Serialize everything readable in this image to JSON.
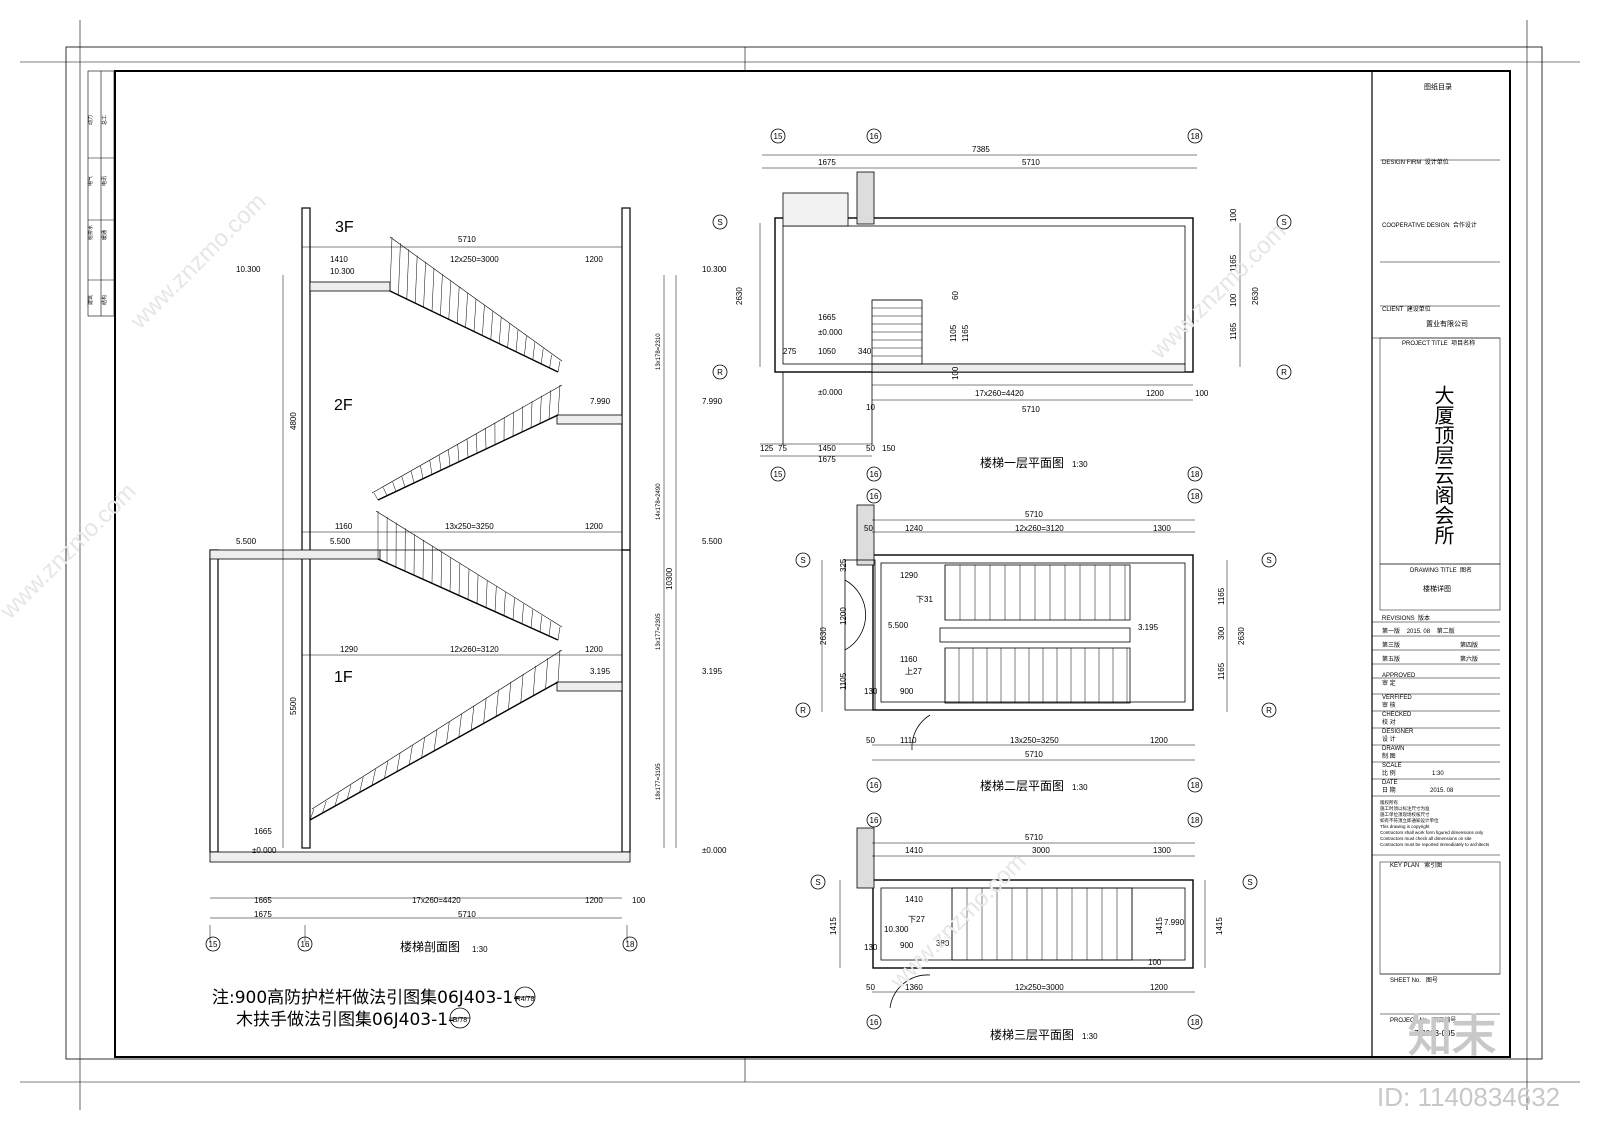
{
  "section": {
    "title": "楼梯剖面图",
    "scale": "1:30",
    "floors": [
      "3F",
      "2F",
      "1F"
    ],
    "elevations": [
      "10.300",
      "7.990",
      "5.500",
      "3.195",
      "±0.000"
    ],
    "dims": {
      "span_total": "5710",
      "bottom_a": "1665",
      "bottom_b": "17x260=4420",
      "bottom_c": "1200",
      "bottom_d": "100",
      "bottom_e": "1675",
      "top_a": "1410",
      "top_b": "12x250=3000",
      "top_c": "1200",
      "mid_a": "1160",
      "mid_b": "13x250=3250",
      "mid_c": "1200",
      "low_a": "1290",
      "low_b": "12x260=3120",
      "low_c": "1200",
      "h_upper": "4800",
      "h_lower": "5500",
      "v1": "13x178=2310",
      "v2": "14x178=2490",
      "v3": "13x177=2305",
      "v4": "18x177=3195",
      "v_total": "10300"
    },
    "axes": [
      "15",
      "16",
      "18"
    ]
  },
  "plan1": {
    "title": "楼梯一层平面图",
    "scale": "1:30",
    "dims": {
      "total": "7385",
      "a": "1675",
      "b": "5710",
      "c": "1665",
      "d": "1050",
      "e": "340",
      "f": "275",
      "g": "17x260=4420",
      "h": "1200",
      "i": "100",
      "j": "5710",
      "k": "1450",
      "l": "1675",
      "m": "125",
      "n": "75",
      "o": "50",
      "p": "150",
      "q": "2630",
      "r": "1165",
      "s": "1105",
      "t": "100",
      "u": "60",
      "v": "10"
    },
    "levels": [
      "±0.000",
      "±0.000"
    ],
    "axes": [
      "15",
      "16",
      "18"
    ],
    "rows": [
      "S",
      "R"
    ]
  },
  "plan2": {
    "title": "楼梯二层平面图",
    "scale": "1:30",
    "dims": {
      "top": "5710",
      "a": "1240",
      "b": "12x260=3120",
      "c": "1300",
      "d": "50",
      "e": "1290",
      "f": "1160",
      "g": "900",
      "h": "130",
      "i": "1110",
      "j": "13x250=3250",
      "k": "1200",
      "l": "5710",
      "m": "2630",
      "n": "1165",
      "o": "300",
      "p": "1105",
      "q": "325",
      "r": "1200"
    },
    "levels": [
      "5.500",
      "3.195"
    ],
    "steps": [
      "下31",
      "上27"
    ],
    "axes": [
      "16",
      "18"
    ],
    "rows": [
      "S",
      "R"
    ]
  },
  "plan3": {
    "title": "楼梯三层平面图",
    "scale": "1:30",
    "dims": {
      "top": "5710",
      "a": "1410",
      "b": "3000",
      "c": "1300",
      "d": "1410",
      "e": "900",
      "f": "380",
      "g": "1360",
      "h": "12x250=3000",
      "i": "1200",
      "j": "1415",
      "k": "130",
      "l": "50",
      "m": "100"
    },
    "levels": [
      "10.300",
      "7.990"
    ],
    "steps": [
      "下27"
    ],
    "axes": [
      "16",
      "18"
    ],
    "rows": [
      "S"
    ]
  },
  "notes": {
    "line1": "注:900高防护栏杆做法引图集06J403-1-",
    "line1_ref": "R4/78",
    "line2": "木扶手做法引图集06J403-1-",
    "line2_ref": "B/78"
  },
  "title_block": {
    "header": "图纸目录",
    "design_firm": "DESIGN FIRM",
    "design_firm_cn": "设计单位",
    "coop": "COOPERATIVE DESIGN",
    "coop_cn": "合作设计",
    "client": "CLIENT",
    "client_cn": "建设单位",
    "client_name": "置业有限公司",
    "project_title": "PROJECT TITLE",
    "project_title_cn": "项目名称",
    "project_name": "大厦顶层云阁会所",
    "drawing_title": "DRAWING TITLE",
    "drawing_title_cn": "图名",
    "drawing_name": "楼梯详图",
    "revisions": "REVISIONS",
    "revisions_cn": "版本",
    "rev1": "第一版",
    "rev1_date": "2015. 08",
    "rev2": "第二版",
    "rev3": "第三版",
    "rev4": "第四版",
    "rev5": "第五版",
    "rev6": "第六版",
    "approved": "APPROVED",
    "approved_cn": "审 定",
    "verified": "VERFIFED",
    "verified_cn": "审 核",
    "checked": "CHECKED",
    "checked_cn": "校 对",
    "designer": "DESIGNER",
    "designer_cn": "设 计",
    "drawn": "DRAWN",
    "drawn_cn": "制 图",
    "scale": "SCALE",
    "scale_cn": "比 例",
    "scale_val": "1:30",
    "date": "DATE",
    "date_cn": "日 期",
    "date_val": "2015. 08",
    "note1": "版权所有",
    "note2": "施工时须以标注尺寸为准",
    "note3": "施工单位须现场校核尺寸",
    "note4": "如有不符须立即通知设计单位",
    "note5": "This drawing is copyright",
    "note6": "Contractors shall work form figured dimensions only",
    "note7": "Contractors must check all dimensions on site",
    "note8": "Contractors must be reported immediately to architects",
    "key_plan": "KEY PLAN",
    "key_plan_cn": "索引图",
    "sheet_no": "SHEET No.",
    "sheet_no_cn": "图号",
    "project_no": "PROJECT No.",
    "project_no_cn": "项目编号",
    "project_no_val": "7-2013-005"
  },
  "side_stamp": [
    "给排水",
    "暖通",
    "电气",
    "电讯",
    "动力",
    "总工",
    "建筑",
    "结构"
  ],
  "watermark": {
    "text": "www.znzmo.com",
    "logo": "知末",
    "id": "ID: 1140834632"
  }
}
